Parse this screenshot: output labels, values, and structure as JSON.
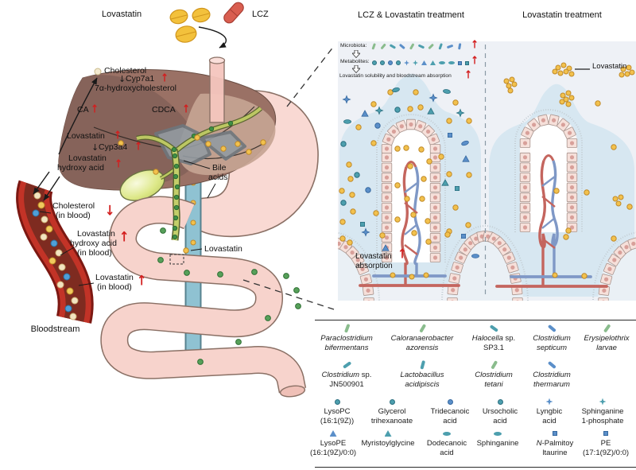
{
  "icons": {
    "up_arrow": "↑",
    "down_arrow": "↓"
  },
  "colors": {
    "red_arrow": "#d31f1f",
    "panel_lumen": "#d7e7f1",
    "lovastatin_yellow": "#f2c14d",
    "teal": "#4d9fae",
    "blue": "#5b8fc9",
    "green": "#8abc8d",
    "vessel_red": "#c23327"
  },
  "top": {
    "lovastatin": "Lovastatin",
    "lcz": "LCZ"
  },
  "liver": {
    "cholesterol": "Cholesterol",
    "cyp7a1": "Cyp7a1",
    "seven_alpha": "7α-hydroxycholesterol",
    "ca": "CA",
    "cdca": "CDCA",
    "lovastatin": "Lovastatin",
    "cyp3a4": "Cyp3a4",
    "lov_ha1": "Lovastatin",
    "lov_ha2": "hydroxy acid"
  },
  "digestive": {
    "bile1": "Bile",
    "bile2": "acids",
    "lovastatin": "Lovastatin"
  },
  "blood": {
    "chol1": "Cholesterol",
    "chol2": "(in blood)",
    "ha1": "Lovastatin",
    "ha2": "hydroxy acid",
    "ha3": "(in blood)",
    "lov1": "Lovastatin",
    "lov2": "(in blood)",
    "label": "Bloodstream"
  },
  "panel": {
    "left_title": "LCZ & Lovastatin treatment",
    "right_title": "Lovastatin treatment",
    "microbiota": "Microbiota:",
    "metabolites": "Metabolites:",
    "solubility": "Lovastatin solubility and bloodstream absorption",
    "lovastatin": "Lovastatin",
    "abs1": "Lovastatin",
    "abs2": "absorption"
  },
  "legend": {
    "bacteria_row1": [
      {
        "lines": [
          [
            [
              "Paraclostridium",
              1
            ]
          ],
          [
            [
              "bifermentans",
              1
            ]
          ]
        ],
        "icon": {
          "shape": "rod",
          "color": "green",
          "angle": -70
        }
      },
      {
        "lines": [
          [
            [
              "Caloranaerobacter",
              1
            ]
          ],
          [
            [
              "azorensis",
              1
            ]
          ]
        ],
        "icon": {
          "shape": "rod",
          "color": "green",
          "angle": -60
        }
      },
      {
        "lines": [
          [
            [
              "Halocella",
              1
            ],
            [
              " sp.",
              0
            ]
          ],
          [
            [
              "SP3.1",
              0
            ]
          ]
        ],
        "icon": {
          "shape": "rod",
          "color": "teal",
          "angle": 35
        }
      },
      {
        "lines": [
          [
            [
              "Clostridium",
              1
            ]
          ],
          [
            [
              "septicum",
              1
            ]
          ]
        ],
        "icon": {
          "shape": "rod",
          "color": "blue",
          "angle": 40
        }
      },
      {
        "lines": [
          [
            [
              "Erysipelothrix",
              1
            ]
          ],
          [
            [
              "larvae",
              1
            ]
          ]
        ],
        "icon": {
          "shape": "rod",
          "color": "green",
          "angle": -55
        }
      }
    ],
    "bacteria_row2": [
      {
        "lines": [
          [
            [
              "Clostridium",
              1
            ],
            [
              " sp.",
              0
            ]
          ],
          [
            [
              "JN500901",
              0
            ]
          ]
        ],
        "icon": {
          "shape": "rod",
          "color": "teal",
          "angle": -35
        }
      },
      {
        "lines": [
          [
            [
              "Lactobacillus",
              1
            ]
          ],
          [
            [
              "acidipiscis",
              1
            ]
          ]
        ],
        "icon": {
          "shape": "rod",
          "color": "teal",
          "angle": -75
        }
      },
      {
        "lines": [
          [
            [
              "Clostridium",
              1
            ]
          ],
          [
            [
              "tetani",
              1
            ]
          ]
        ],
        "icon": {
          "shape": "rod",
          "color": "green",
          "angle": -60
        }
      },
      {
        "lines": [
          [
            [
              "Clostridium",
              1
            ]
          ],
          [
            [
              "thermarum",
              1
            ]
          ]
        ],
        "icon": {
          "shape": "rod",
          "color": "blue",
          "angle": 40
        }
      }
    ],
    "metabolites_row1": [
      {
        "lines": [
          [
            [
              "LysoPC",
              0
            ]
          ],
          [
            [
              "(16:1(9Z))",
              0
            ]
          ]
        ],
        "icon": {
          "shape": "circle",
          "color": "teal"
        }
      },
      {
        "lines": [
          [
            [
              "Glycerol",
              0
            ]
          ],
          [
            [
              "trihexanoate",
              0
            ]
          ]
        ],
        "icon": {
          "shape": "circle",
          "color": "teal"
        }
      },
      {
        "lines": [
          [
            [
              "Tridecanoic",
              0
            ]
          ],
          [
            [
              "acid",
              0
            ]
          ]
        ],
        "icon": {
          "shape": "circle",
          "color": "blue"
        }
      },
      {
        "lines": [
          [
            [
              "Ursocholic",
              0
            ]
          ],
          [
            [
              "acid",
              0
            ]
          ]
        ],
        "icon": {
          "shape": "circle",
          "color": "teal"
        }
      },
      {
        "lines": [
          [
            [
              "Lyngbic",
              0
            ]
          ],
          [
            [
              "acid",
              0
            ]
          ]
        ],
        "icon": {
          "shape": "star",
          "color": "blue"
        }
      },
      {
        "lines": [
          [
            [
              "Sphinganine",
              0
            ]
          ],
          [
            [
              "1-phosphate",
              0
            ]
          ]
        ],
        "icon": {
          "shape": "star",
          "color": "teal"
        }
      }
    ],
    "metabolites_row2": [
      {
        "lines": [
          [
            [
              "LysoPE",
              0
            ]
          ],
          [
            [
              "(16:1(9Z)/0:0)",
              0
            ]
          ]
        ],
        "icon": {
          "shape": "triangle",
          "color": "blue"
        }
      },
      {
        "lines": [
          [
            [
              "Myristoylglycine",
              0
            ]
          ]
        ],
        "icon": {
          "shape": "triangle",
          "color": "teal"
        }
      },
      {
        "lines": [
          [
            [
              "Dodecanoic",
              0
            ]
          ],
          [
            [
              "acid",
              0
            ]
          ]
        ],
        "icon": {
          "shape": "oval",
          "color": "teal"
        }
      },
      {
        "lines": [
          [
            [
              "Sphinganine",
              0
            ]
          ]
        ],
        "icon": {
          "shape": "oval",
          "color": "teal"
        }
      },
      {
        "lines": [
          [
            [
              "N",
              1
            ],
            [
              "-Palmitoy",
              0
            ]
          ],
          [
            [
              "ltaurine",
              0
            ]
          ]
        ],
        "icon": {
          "shape": "square",
          "color": "blue"
        }
      },
      {
        "lines": [
          [
            [
              "PE",
              0
            ]
          ],
          [
            [
              "(17:1(9Z)/0:0)",
              0
            ]
          ]
        ],
        "icon": {
          "shape": "square",
          "color": "blue"
        }
      }
    ]
  }
}
